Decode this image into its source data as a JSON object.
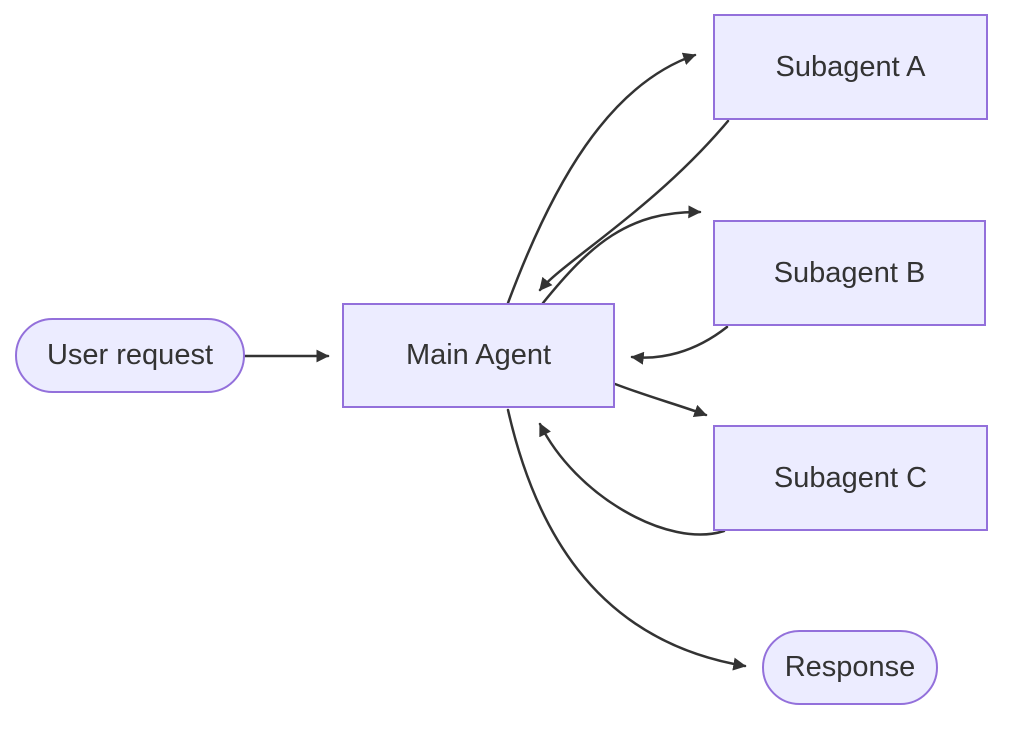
{
  "diagram": {
    "type": "flowchart",
    "direction": "LR",
    "nodes": [
      {
        "id": "user_request",
        "label": "User request",
        "shape": "stadium"
      },
      {
        "id": "main_agent",
        "label": "Main Agent",
        "shape": "rectangle"
      },
      {
        "id": "subagent_a",
        "label": "Subagent A",
        "shape": "rectangle"
      },
      {
        "id": "subagent_b",
        "label": "Subagent B",
        "shape": "rectangle"
      },
      {
        "id": "subagent_c",
        "label": "Subagent C",
        "shape": "rectangle"
      },
      {
        "id": "response",
        "label": "Response",
        "shape": "stadium"
      }
    ],
    "edges": [
      {
        "from": "user_request",
        "to": "main_agent"
      },
      {
        "from": "main_agent",
        "to": "subagent_a"
      },
      {
        "from": "subagent_a",
        "to": "main_agent"
      },
      {
        "from": "main_agent",
        "to": "subagent_b"
      },
      {
        "from": "subagent_b",
        "to": "main_agent"
      },
      {
        "from": "main_agent",
        "to": "subagent_c"
      },
      {
        "from": "subagent_c",
        "to": "main_agent"
      },
      {
        "from": "main_agent",
        "to": "response"
      }
    ],
    "colors": {
      "node_fill": "#ECECFF",
      "node_border": "#9370DB",
      "edge_stroke": "#333333",
      "text": "#333333",
      "background": "#FFFFFF"
    }
  }
}
